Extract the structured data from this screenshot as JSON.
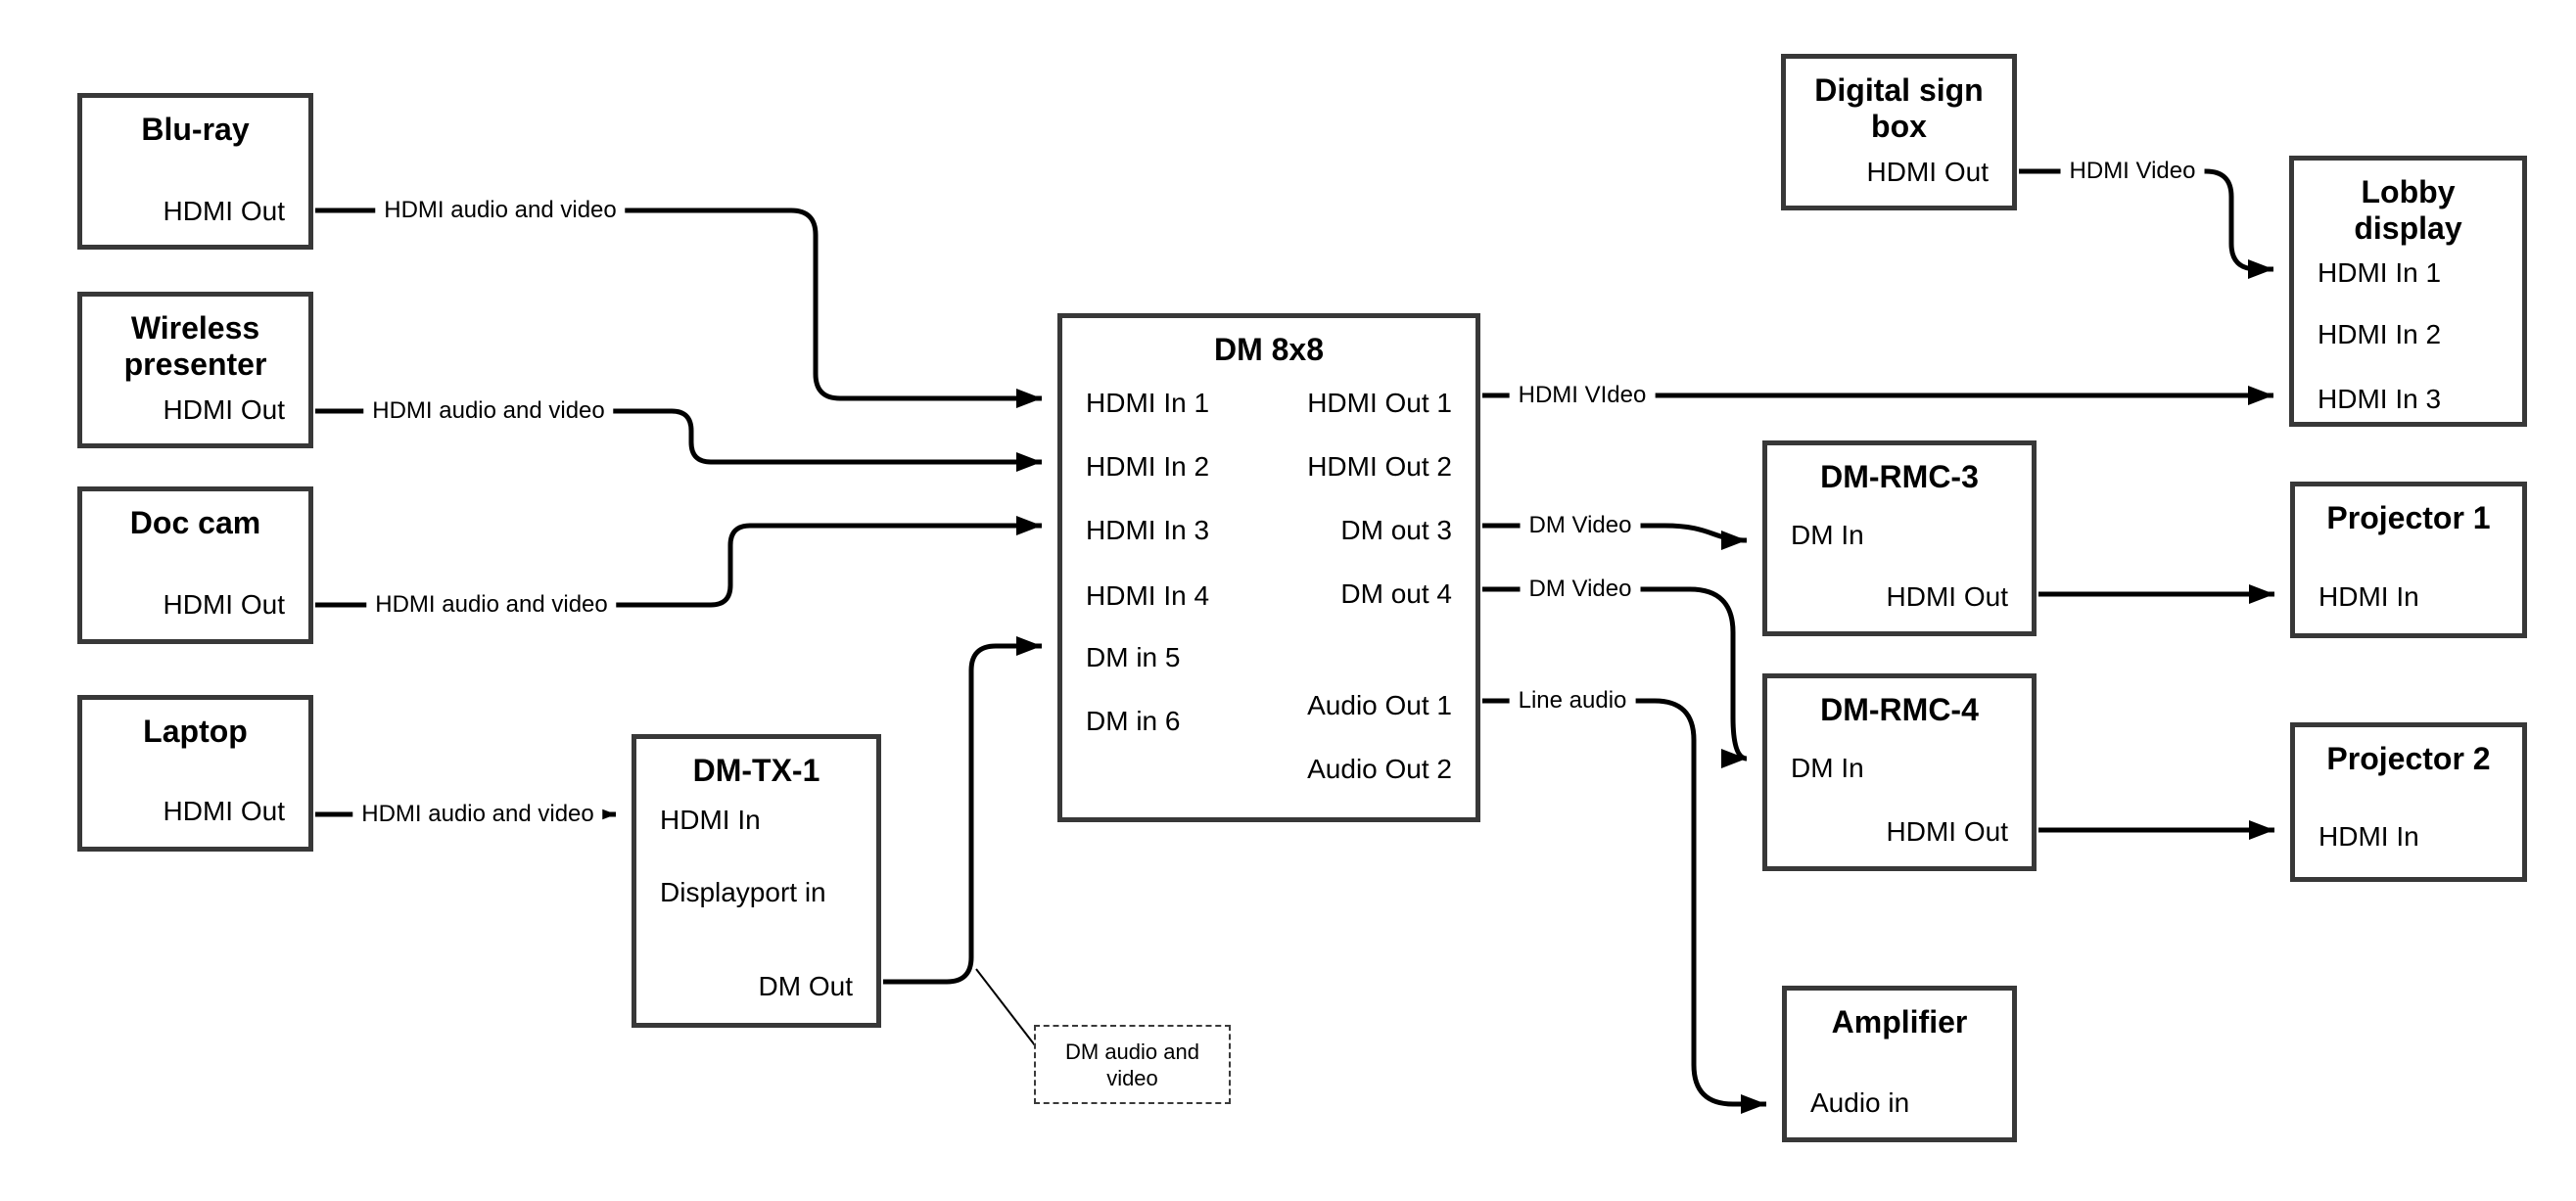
{
  "nodes": {
    "bluray": {
      "title": "Blu-ray",
      "ports": {
        "hdmi_out": "HDMI Out"
      }
    },
    "wireless": {
      "title_line1": "Wireless",
      "title_line2": "presenter",
      "ports": {
        "hdmi_out": "HDMI Out"
      }
    },
    "doccam": {
      "title": "Doc cam",
      "ports": {
        "hdmi_out": "HDMI Out"
      }
    },
    "laptop": {
      "title": "Laptop",
      "ports": {
        "hdmi_out": "HDMI Out"
      }
    },
    "dmtx1": {
      "title": "DM-TX-1",
      "ports": {
        "hdmi_in": "HDMI In",
        "displayport_in": "Displayport in",
        "dm_out": "DM Out"
      }
    },
    "dm8x8": {
      "title": "DM 8x8",
      "left_ports": [
        "HDMI In 1",
        "HDMI In 2",
        "HDMI In 3",
        "HDMI In 4",
        "DM in 5",
        "DM in 6"
      ],
      "right_ports": [
        "HDMI Out 1",
        "HDMI Out 2",
        "DM out 3",
        "DM out 4",
        "Audio Out 1",
        "Audio Out 2"
      ]
    },
    "digitalsign": {
      "title_line1": "Digital sign",
      "title_line2": "box",
      "ports": {
        "hdmi_out": "HDMI Out"
      }
    },
    "lobby": {
      "title_line1": "Lobby",
      "title_line2": "display",
      "ports": [
        "HDMI In 1",
        "HDMI In 2",
        "HDMI In 3"
      ]
    },
    "dmrmc3": {
      "title": "DM-RMC-3",
      "ports": {
        "dm_in": "DM In",
        "hdmi_out": "HDMI Out"
      }
    },
    "proj1": {
      "title": "Projector 1",
      "ports": {
        "hdmi_in": "HDMI In"
      }
    },
    "dmrmc4": {
      "title": "DM-RMC-4",
      "ports": {
        "dm_in": "DM In",
        "hdmi_out": "HDMI Out"
      }
    },
    "proj2": {
      "title": "Projector 2",
      "ports": {
        "hdmi_in": "HDMI In"
      }
    },
    "amplifier": {
      "title": "Amplifier",
      "ports": {
        "audio_in": "Audio in"
      }
    }
  },
  "wire_labels": {
    "bluray_feed": "HDMI audio and video",
    "wireless_feed": "HDMI audio and video",
    "doccam_feed": "HDMI audio and video",
    "laptop_feed": "HDMI audio and video",
    "hdmi_out1_feed": "HDMI VIdeo",
    "digitalsign_feed": "HDMI Video",
    "dm_out3_feed": "DM Video",
    "dm_out4_feed": "DM Video",
    "audio_out1_feed": "Line audio"
  },
  "note": {
    "line1": "DM audio and",
    "line2": "video"
  },
  "colors": {
    "wire": "#000000",
    "box_border": "#383838",
    "background": "#ffffff",
    "text": "#000000"
  }
}
